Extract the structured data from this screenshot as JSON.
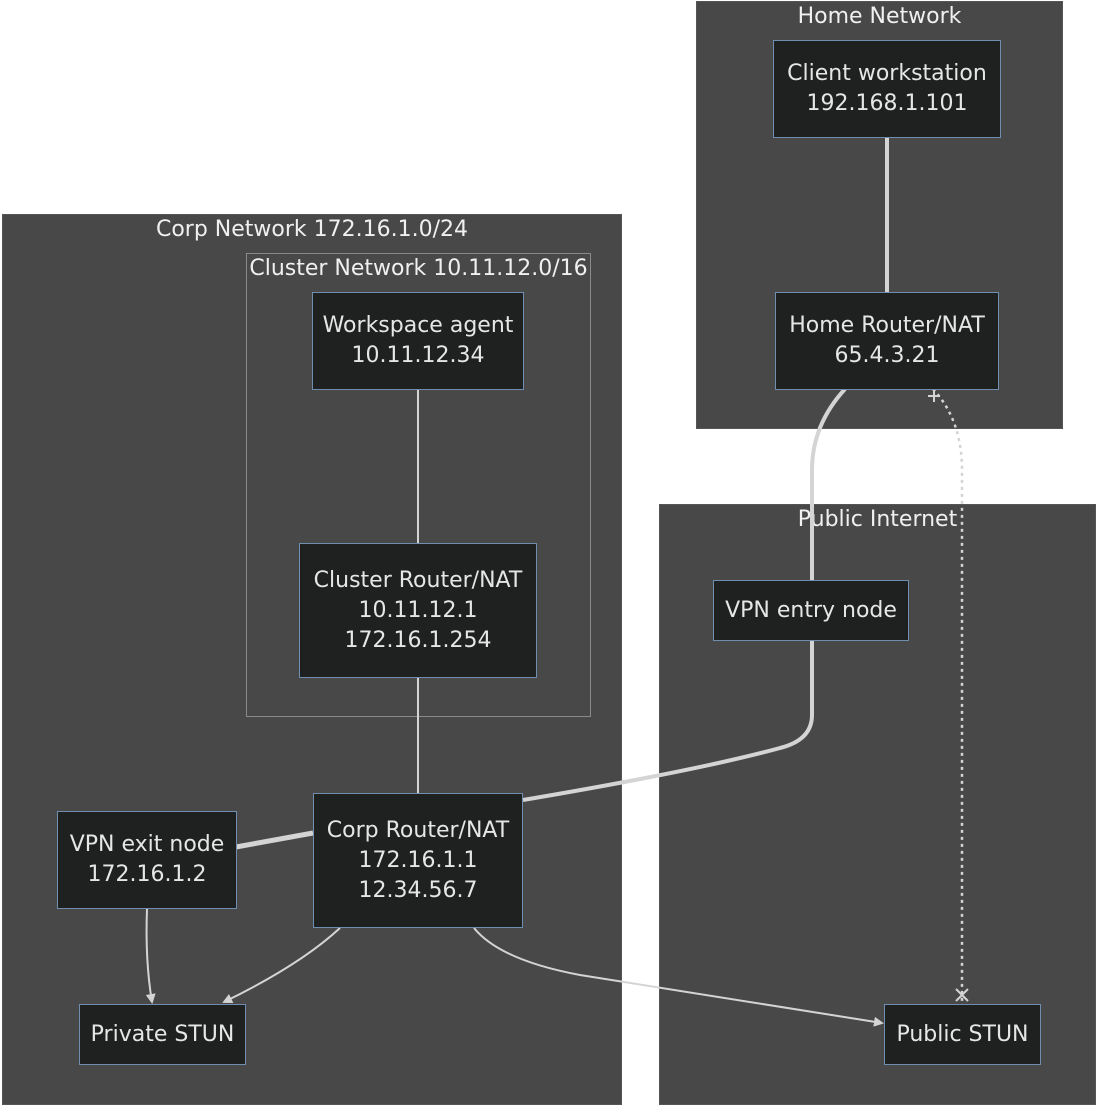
{
  "clusters": {
    "home": "Home Network",
    "corp": "Corp Network 172.16.1.0/24",
    "cluster": "Cluster Network 10.11.12.0/16",
    "public": "Public Internet"
  },
  "nodes": {
    "client": {
      "line1": "Client workstation",
      "line2": "192.168.1.101"
    },
    "home_router": {
      "line1": "Home Router/NAT",
      "line2": "65.4.3.21"
    },
    "workspace_agent": {
      "line1": "Workspace agent",
      "line2": "10.11.12.34"
    },
    "cluster_router": {
      "line1": "Cluster Router/NAT",
      "line2": "10.11.12.1",
      "line3": "172.16.1.254"
    },
    "vpn_entry": {
      "line1": "VPN entry node"
    },
    "corp_router": {
      "line1": "Corp Router/NAT",
      "line2": "172.16.1.1",
      "line3": "12.34.56.7"
    },
    "vpn_exit": {
      "line1": "VPN exit node",
      "line2": "172.16.1.2"
    },
    "private_stun": {
      "line1": "Private STUN"
    },
    "public_stun": {
      "line1": "Public STUN"
    }
  },
  "colors": {
    "cluster_bg": "#484848",
    "node_bg": "#1f2020",
    "node_border": "#6f8fb0",
    "edge": "#d4d4d4"
  }
}
